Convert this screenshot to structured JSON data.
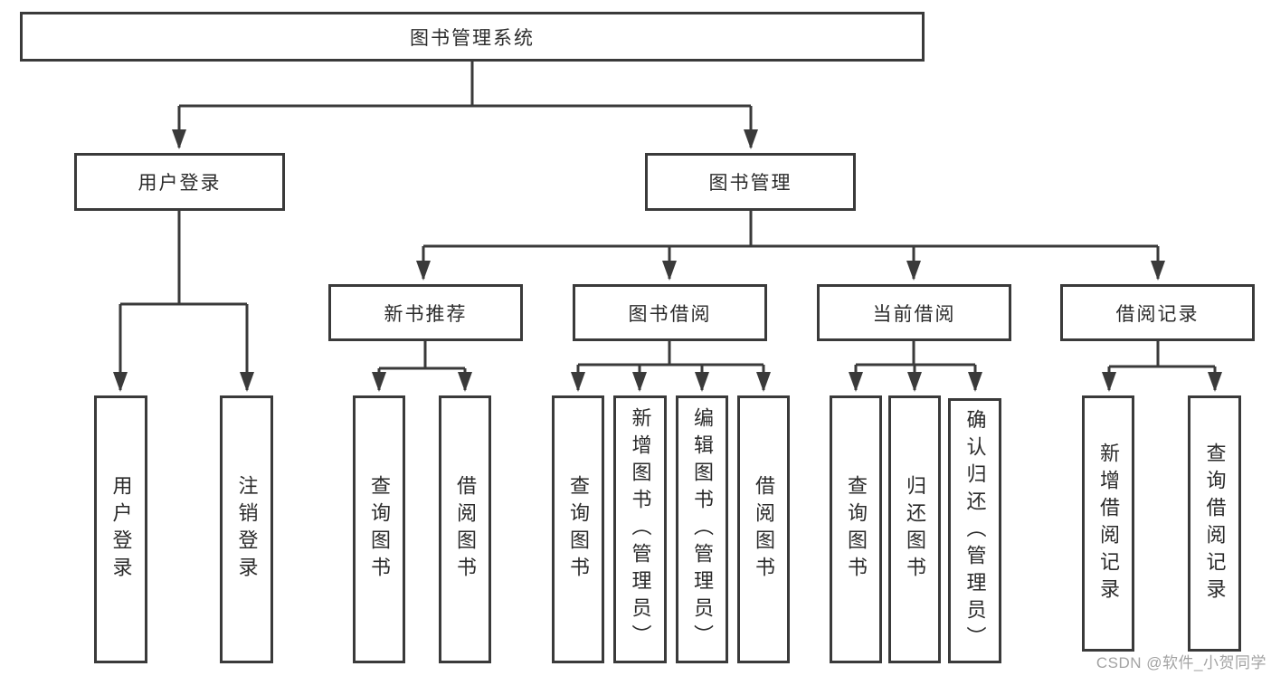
{
  "diagram": {
    "root": {
      "label": "图书管理系统"
    },
    "level2": [
      {
        "label": "用户登录"
      },
      {
        "label": "图书管理"
      }
    ],
    "level3": [
      {
        "label": "新书推荐"
      },
      {
        "label": "图书借阅"
      },
      {
        "label": "当前借阅"
      },
      {
        "label": "借阅记录"
      }
    ],
    "leaves": {
      "user_login": [
        {
          "label": "用户登录"
        },
        {
          "label": "注销登录"
        }
      ],
      "new_books": [
        {
          "label": "查询图书"
        },
        {
          "label": "借阅图书"
        }
      ],
      "book_borrow": [
        {
          "label": "查询图书"
        },
        {
          "label": "新增图书（管理员）"
        },
        {
          "label": "编辑图书（管理员）"
        },
        {
          "label": "借阅图书"
        }
      ],
      "current_borrow": [
        {
          "label": "查询图书"
        },
        {
          "label": "归还图书"
        },
        {
          "label": "确认归还（管理员）"
        }
      ],
      "borrow_records": [
        {
          "label": "新增借阅记录"
        },
        {
          "label": "查询借阅记录"
        }
      ]
    }
  },
  "watermark": {
    "text": "CSDN @软件_小贺同学"
  },
  "colors": {
    "line": "#3a3a3a",
    "text": "#2b2b2b",
    "background": "#ffffff",
    "watermark": "#a3a3a3"
  }
}
